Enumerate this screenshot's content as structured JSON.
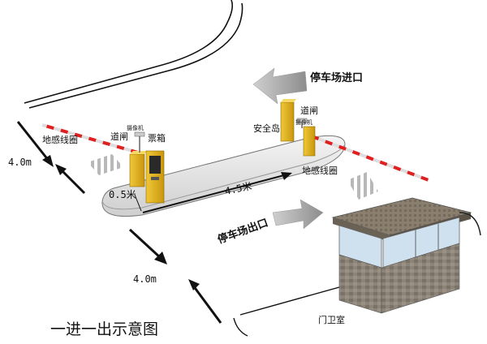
{
  "labels": {
    "entrance": "停车场进口",
    "exit": "停车场出口",
    "safety_island": "安全岛",
    "barrier_left": "道闸",
    "barrier_right": "道闸",
    "camera_left": "摄像机",
    "camera_right": "摄像机",
    "ticket_box": "票箱",
    "loop_left": "地感线圈",
    "loop_right": "地感线圈",
    "guard_booth": "门卫室",
    "dim_lane_top": "4.0m",
    "dim_lane_bottom": "4.0m",
    "dim_island_width": "0.5米",
    "dim_island_length": "4.5米"
  },
  "title": "一进一出示意图",
  "colors": {
    "gate_yellow": "#e3b51e",
    "boom_red": "#e02020",
    "island": "#e8e8e8",
    "booth_roof": "#8a7f6e",
    "booth_stone": "#8c8478",
    "glass": "#cfe0ee"
  }
}
